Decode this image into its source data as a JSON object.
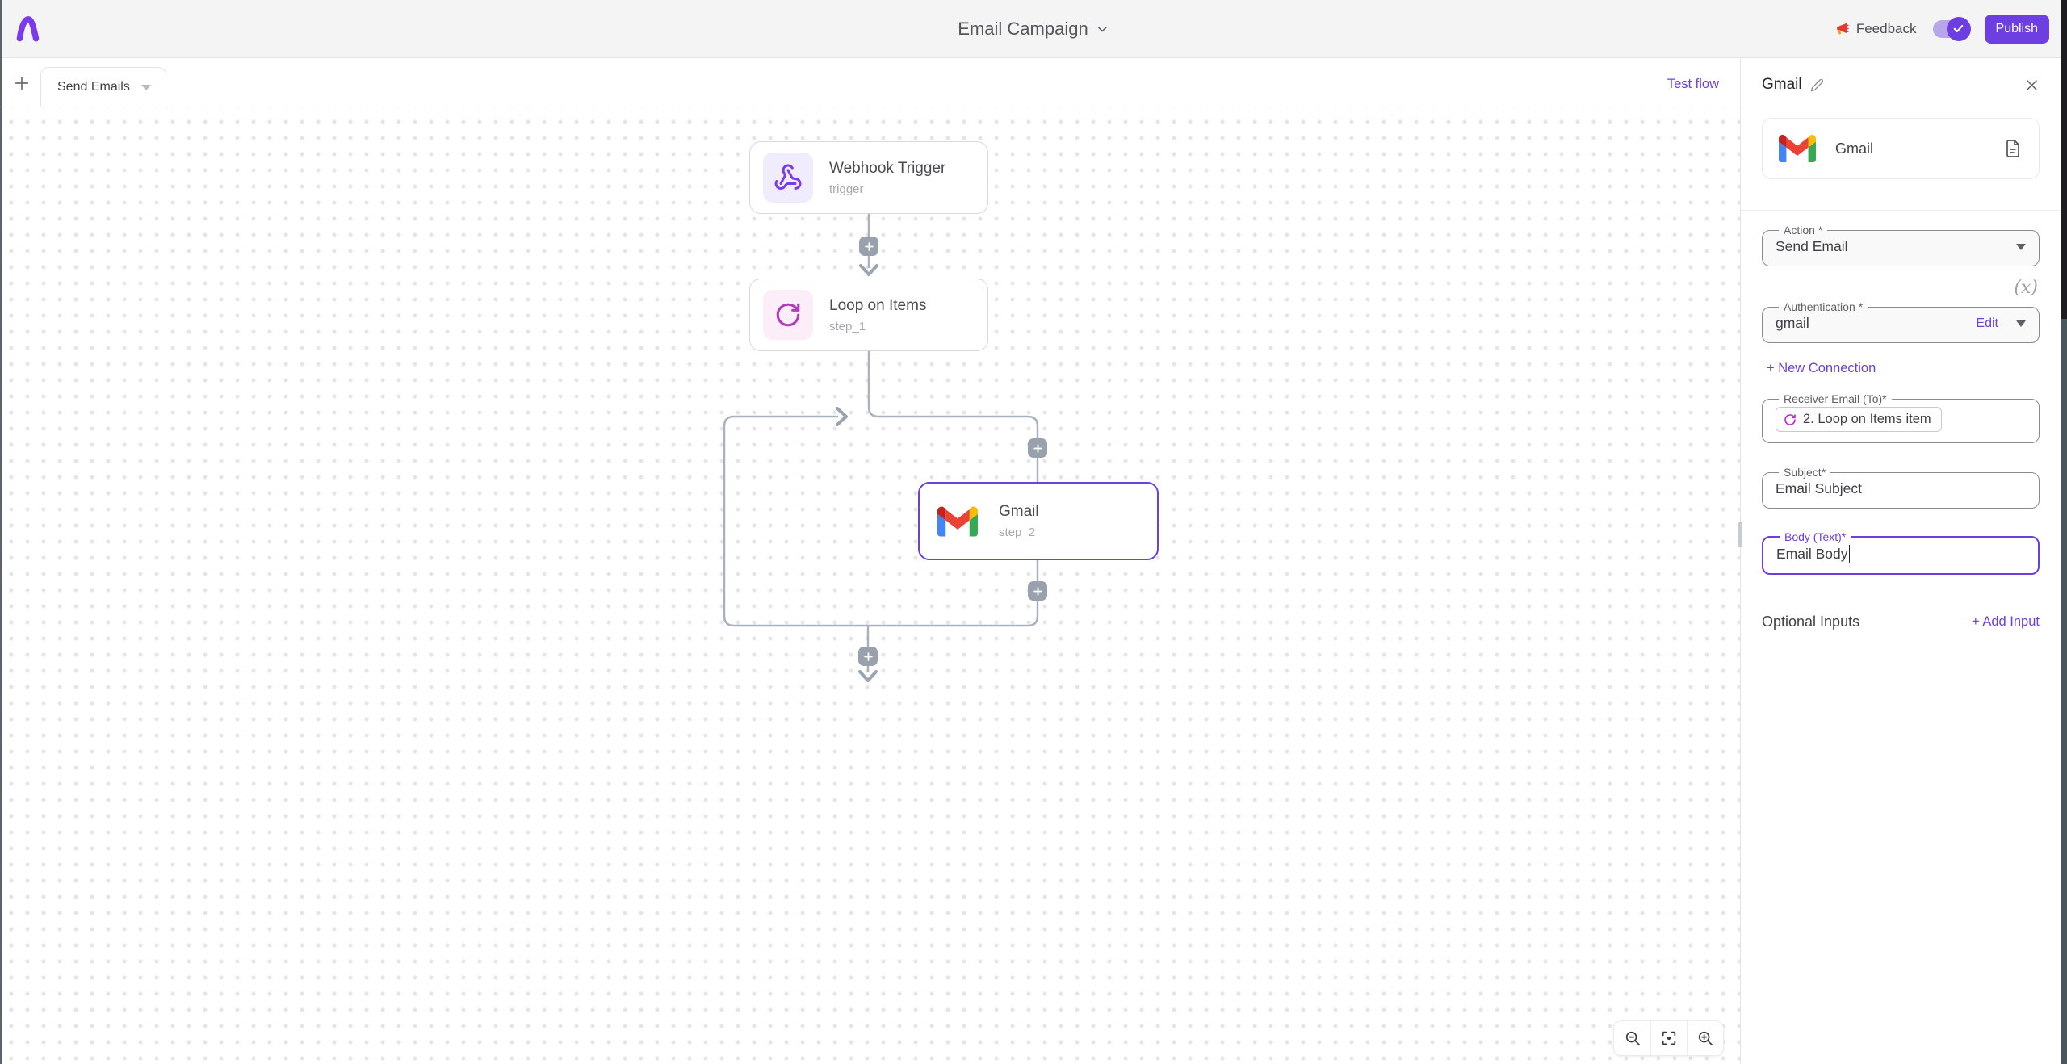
{
  "colors": {
    "accent": "#6d3fe0",
    "edge": "#a9b1bc",
    "node_border": "#d8d8dd",
    "selected_border": "#6d3fe0",
    "webhook_icon": "#7c3aed",
    "loop_icon": "#b23bbd",
    "header_bg": "#f4f4f5"
  },
  "header": {
    "title": "Email Campaign",
    "feedback_label": "Feedback",
    "publish_label": "Publish"
  },
  "tabbar": {
    "tab_label": "Send Emails",
    "test_flow_label": "Test flow"
  },
  "canvas": {
    "nodes": {
      "webhook": {
        "title": "Webhook Trigger",
        "subtitle": "trigger"
      },
      "loop": {
        "title": "Loop on Items",
        "subtitle": "step_1"
      },
      "gmail": {
        "title": "Gmail",
        "subtitle": "step_2"
      }
    }
  },
  "panel": {
    "title": "Gmail",
    "app_card": {
      "name": "Gmail"
    },
    "dynamic_value_icon": "(x)",
    "action": {
      "label": "Action *",
      "value": "Send Email"
    },
    "authentication": {
      "label": "Authentication *",
      "value": "gmail",
      "edit_label": "Edit"
    },
    "new_connection_label": "+ New Connection",
    "receiver": {
      "label": "Receiver Email (To)*",
      "chip": "2. Loop on Items item"
    },
    "subject": {
      "label": "Subject*",
      "value": "Email Subject"
    },
    "body": {
      "label": "Body (Text)*",
      "value": "Email Body"
    },
    "optional_inputs_label": "Optional Inputs",
    "add_input_label": "+ Add Input"
  }
}
